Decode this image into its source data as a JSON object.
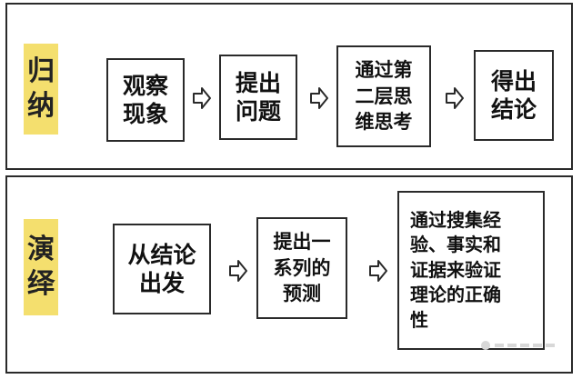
{
  "induction": {
    "tag_chars": [
      "归",
      "纳"
    ],
    "steps": [
      "观察\n现象",
      "提出\n问题",
      "通过第\n二层思\n维思考",
      "得出\n结论"
    ]
  },
  "deduction": {
    "tag_chars": [
      "演",
      "绎"
    ],
    "steps": [
      "从结论\n出发",
      "提出一\n系列的\n预测",
      "通过搜集经\n验、事实和\n证据来验证\n理论的正确\n性"
    ]
  },
  "colors": {
    "tag_background": "#f4df6e",
    "border": "#2a2a2a"
  },
  "icons": {
    "arrow": "hollow-right-arrow-icon",
    "watermark": "watermark-logo"
  }
}
